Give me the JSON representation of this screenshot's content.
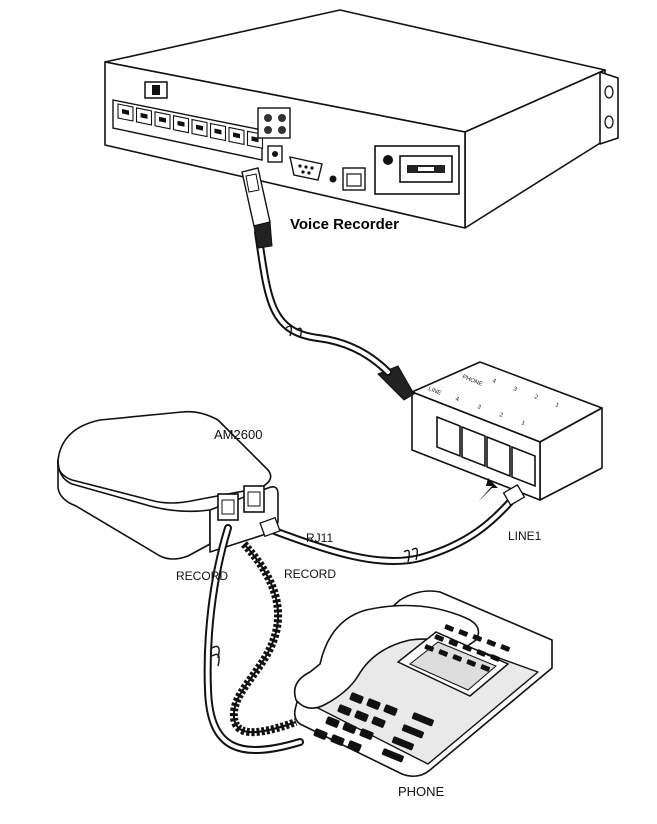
{
  "labels": {
    "recorder": "Voice Recorder",
    "adapter": "AM2600",
    "rj11": "RJ11",
    "line1": "LINE1",
    "record_left": "RECORD",
    "record_right": "RECORD",
    "phone": "PHONE"
  },
  "junction_box": {
    "phone_label": "PHONE",
    "line_label": "LINE",
    "phone_ports": [
      "4",
      "3",
      "2",
      "1"
    ],
    "line_ports": [
      "4",
      "3",
      "2",
      "1"
    ]
  }
}
